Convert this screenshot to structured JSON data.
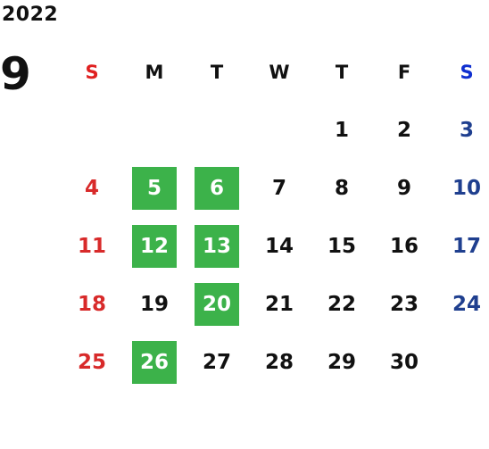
{
  "calendar": {
    "year": "2022",
    "month": "9",
    "weekday_headers": [
      "S",
      "M",
      "T",
      "W",
      "T",
      "F",
      "S"
    ],
    "leading_blanks": 4,
    "days": [
      "1",
      "2",
      "3",
      "4",
      "5",
      "6",
      "7",
      "8",
      "9",
      "10",
      "11",
      "12",
      "13",
      "14",
      "15",
      "16",
      "17",
      "18",
      "19",
      "20",
      "21",
      "22",
      "23",
      "24",
      "25",
      "26",
      "27",
      "28",
      "29",
      "30"
    ],
    "highlighted_days": [
      "5",
      "6",
      "12",
      "13",
      "20",
      "26"
    ],
    "colors": {
      "sunday_header": "#e02020",
      "saturday_header": "#1030d0",
      "sunday": "#d82a2a",
      "saturday": "#1f3f8f",
      "weekday": "#111111",
      "highlight_bg": "#3cb24a",
      "highlight_text": "#ffffff"
    }
  }
}
